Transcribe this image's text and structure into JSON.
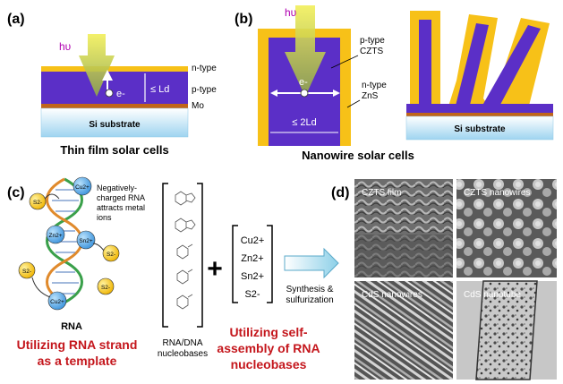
{
  "panels": {
    "a": {
      "label": "(a)",
      "photon": "hυ",
      "layers": [
        "n-type",
        "p-type",
        "Mo"
      ],
      "carrier": "e-",
      "length": "≤ Ld",
      "substrate": "Si substrate",
      "caption": "Thin film solar cells"
    },
    "b": {
      "label": "(b)",
      "photon": "hυ",
      "carrier": "e-",
      "length": "≤ 2Ld",
      "core_label": [
        "p-type",
        "CZTS"
      ],
      "shell_label": [
        "n-type",
        "ZnS"
      ],
      "substrate": "Si substrate",
      "caption": "Nanowire solar cells"
    },
    "c": {
      "label": "(c)",
      "annotation": [
        "Negatively-",
        "charged RNA",
        "attracts metal",
        "ions"
      ],
      "ions": [
        "S2-",
        "Cu2+",
        "Zn2+",
        "Sn2+",
        "S2-",
        "S2-",
        "S2-",
        "Cu2+"
      ],
      "rna_label": "RNA",
      "template_caption": [
        "Utilizing RNA strand",
        "as a template"
      ],
      "nucleobase_label": [
        "RNA/DNA",
        "nucleobases"
      ],
      "plus": "+",
      "precursors": [
        "Cu2+",
        "Zn2+",
        "Sn2+",
        "S2-"
      ],
      "process": [
        "Synthesis &",
        "sulfurization"
      ],
      "self_assembly_caption": [
        "Utilizing self-",
        "assembly of RNA",
        "nucleobases"
      ]
    },
    "d": {
      "label": "(d)",
      "images": [
        "CZTS film",
        "CZTS nanowires",
        "CdS nanowires",
        "CdS nanotube"
      ]
    }
  },
  "colors": {
    "yellow": "#f7c118",
    "purple": "#5b2fc7",
    "orange": "#c0651a",
    "red_text": "#c4161c",
    "ion_blue": "#4da6e8",
    "ion_yellow": "#f5c518"
  }
}
